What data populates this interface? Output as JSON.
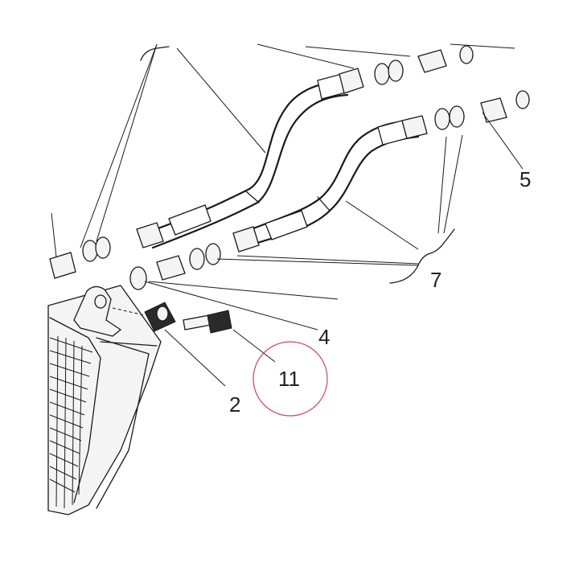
{
  "callouts": {
    "c2": "2",
    "c4": "4",
    "c5": "5",
    "c7": "7",
    "c11": "11"
  },
  "highlight": {
    "ring_color": "#c8445a",
    "target": "11"
  }
}
